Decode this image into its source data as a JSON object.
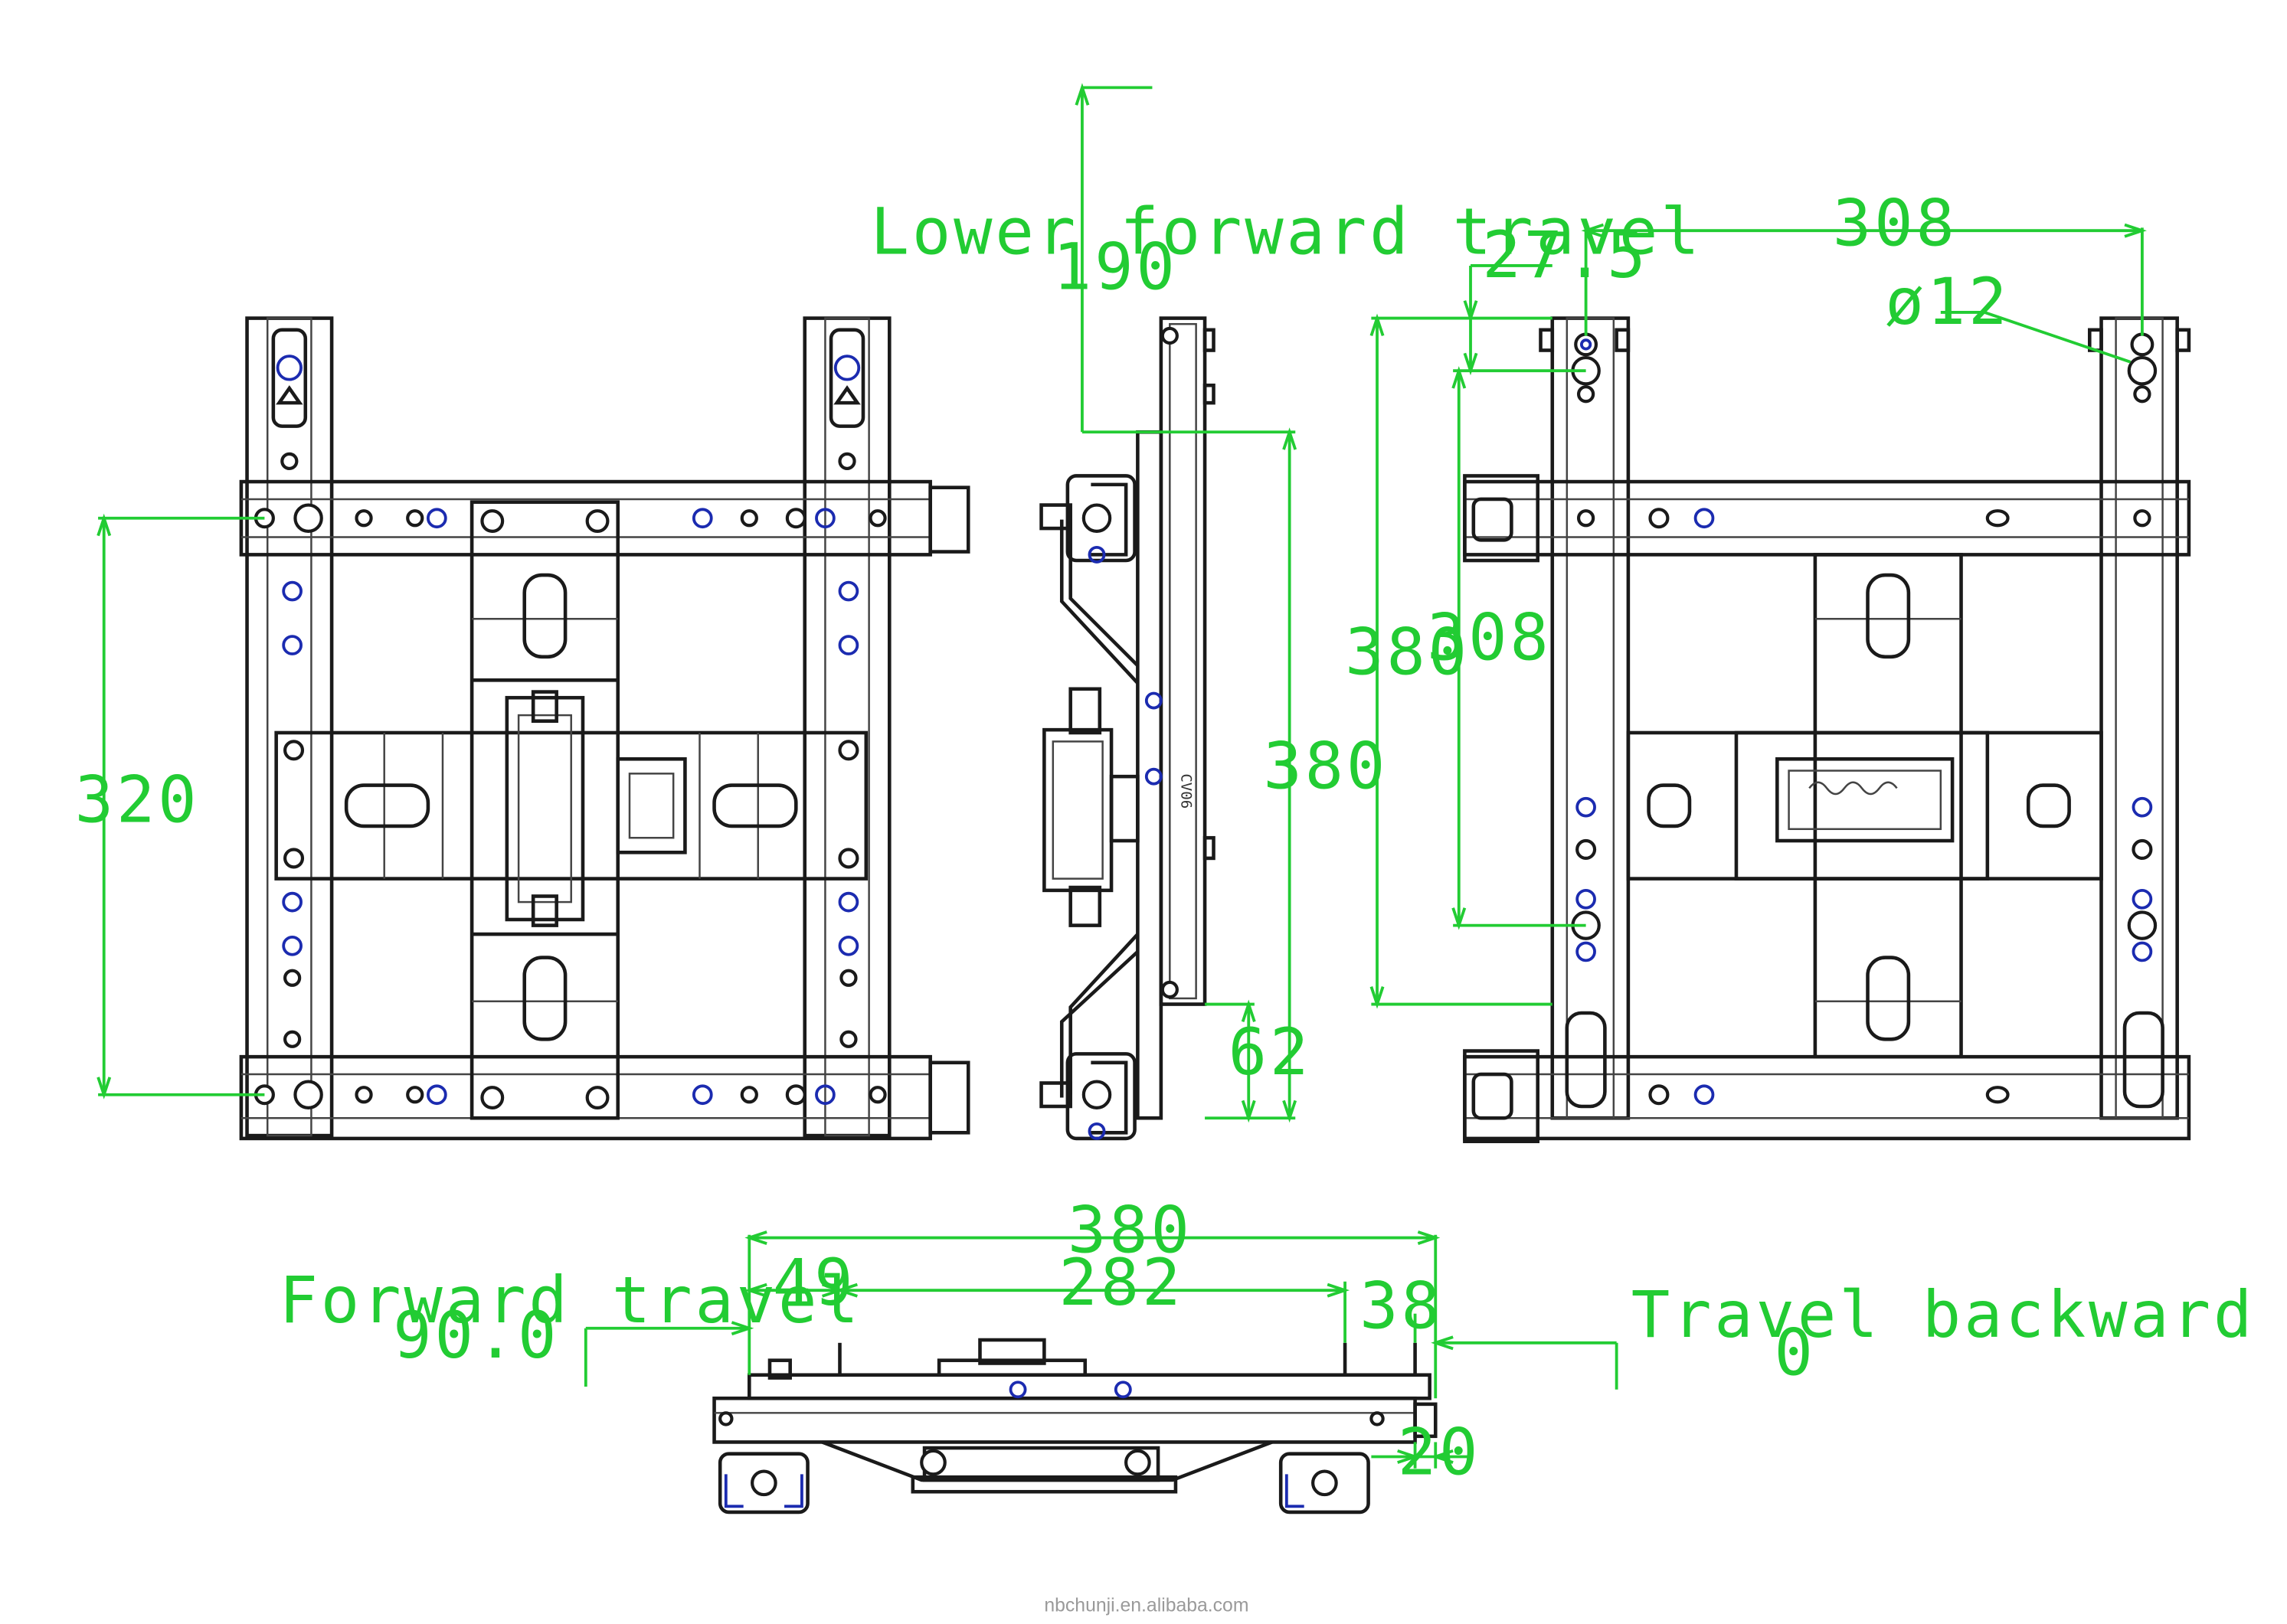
{
  "colors": {
    "dimension": "#22cc33",
    "outline": "#1a1a1a",
    "bolt": "#1b2bb0",
    "background": "#ffffff"
  },
  "views": {
    "front": {
      "dim_320": "320"
    },
    "side": {
      "lower_forward_label": "Lower forward travel",
      "lower_forward_value": "190",
      "dim_380": "380",
      "dim_62": "62",
      "part_mark": "CV06"
    },
    "rear": {
      "dim_308_top": "308",
      "dim_27_5": "27.5",
      "dim_diameter": "ø12",
      "dim_380": "380",
      "dim_308_side": "308"
    },
    "bottom": {
      "dim_380": "380",
      "dim_49": "49",
      "dim_282": "282",
      "dim_38": "38",
      "dim_20": "20",
      "forward_label": "Forward travel",
      "forward_value": "90.0",
      "backward_label": "Travel backward",
      "backward_value": "0"
    }
  },
  "watermark": "nbchunji.en.alibaba.com"
}
